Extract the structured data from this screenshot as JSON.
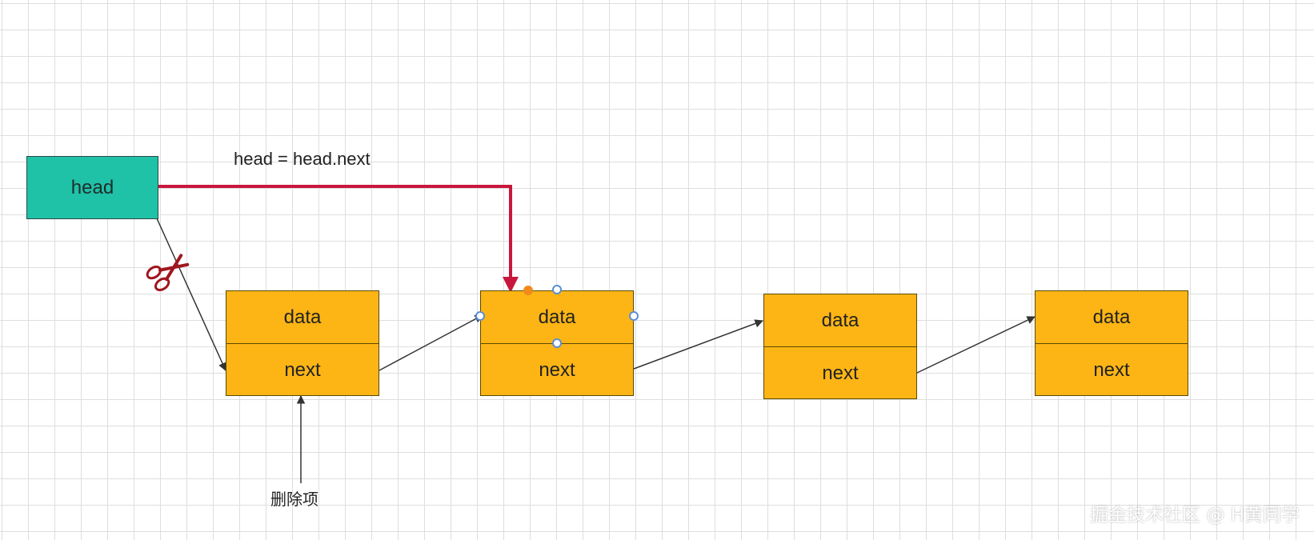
{
  "colors": {
    "head_fill": "#1fc1a7",
    "node_fill": "#fdb515",
    "highlight_arrow": "#c8173c",
    "arrow": "#333333",
    "scissors": "#a0161e"
  },
  "head": {
    "label": "head"
  },
  "annotation": {
    "code": "head = head.next"
  },
  "nodes": [
    {
      "data_label": "data",
      "next_label": "next"
    },
    {
      "data_label": "data",
      "next_label": "next"
    },
    {
      "data_label": "data",
      "next_label": "next"
    },
    {
      "data_label": "data",
      "next_label": "next"
    }
  ],
  "delete_label": "删除项",
  "scissors_icon": "scissors-icon",
  "watermark": "掘金技术社区 @ H黄同学"
}
